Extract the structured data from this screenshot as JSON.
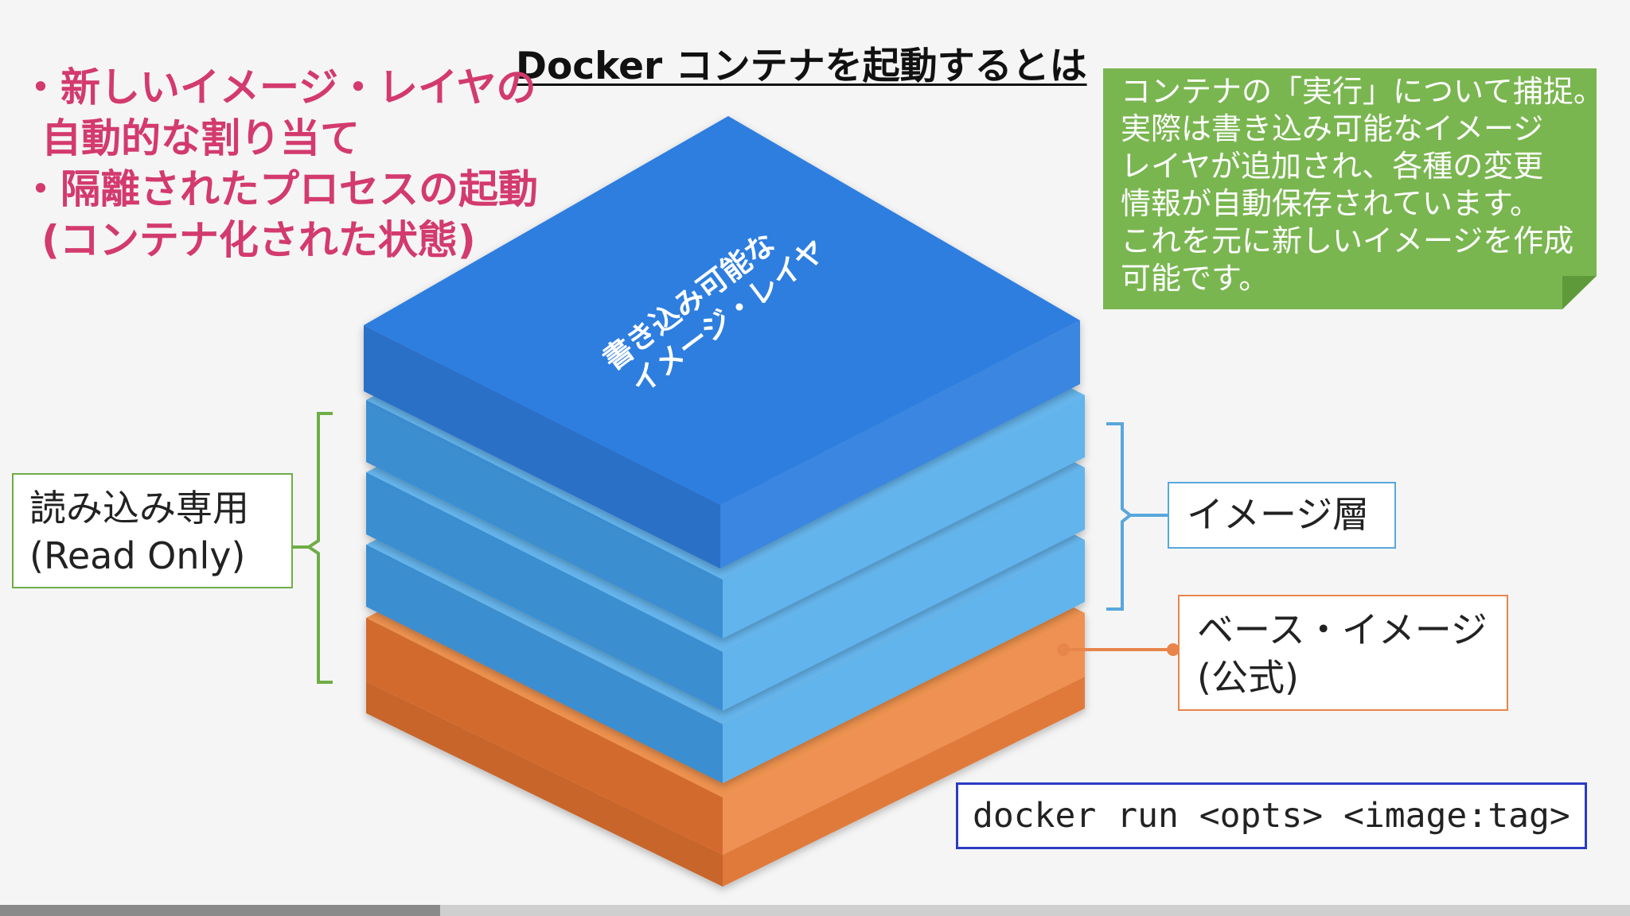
{
  "title": "Docker コンテナを起動するとは",
  "bullets": [
    "・新しいイメージ・レイヤの",
    "自動的な割り当て",
    "・隔離されたプロセスの起動",
    "(コンテナ化された状態)"
  ],
  "note": {
    "lines": [
      "コンテナの「実行」について捕捉。",
      "実際は書き込み可能なイメージ",
      "レイヤが追加され、各種の変更",
      "情報が自動保存されています。",
      "これを元に新しいイメージを作成",
      "可能です。"
    ],
    "color": "#7ab650"
  },
  "layers": {
    "top_label_line1": "書き込み可能な",
    "top_label_line2": "イメージ・レイヤ",
    "top_color": "#2b7fdc",
    "image_layer_color": "#5baee8",
    "base_color": "#e8854a",
    "image_layer_count": 3
  },
  "labels": {
    "readonly_line1": "読み込み専用",
    "readonly_line2": "(Read Only)",
    "image_layer": "イメージ層",
    "base_line1": "ベース・イメージ",
    "base_line2": "(公式)"
  },
  "command": "docker run <opts> <image:tag>",
  "video": {
    "progress": 0.27
  }
}
